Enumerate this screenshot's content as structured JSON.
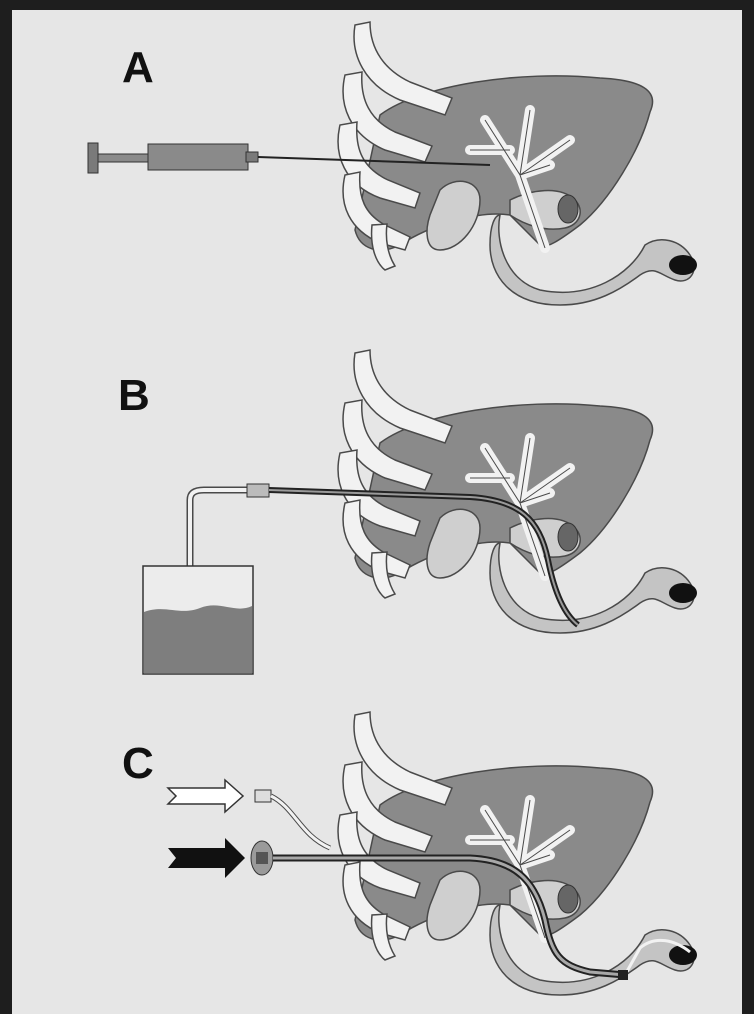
{
  "panels": [
    {
      "id": "A",
      "label": "A",
      "device": "syringe"
    },
    {
      "id": "B",
      "label": "B",
      "device": "drainage-bag"
    },
    {
      "id": "C",
      "label": "C",
      "device": "double-lumen-catheter"
    }
  ],
  "colors": {
    "background": "#1e1e1e",
    "frame": "#e6e6e6",
    "liver": "#8a8a8a",
    "duodenum": "#c4c4c4",
    "rib": "#f2f2f2",
    "duct": "#f2f2f2",
    "fluid": "#7e7e7e",
    "outline": "#4a4a4a"
  }
}
